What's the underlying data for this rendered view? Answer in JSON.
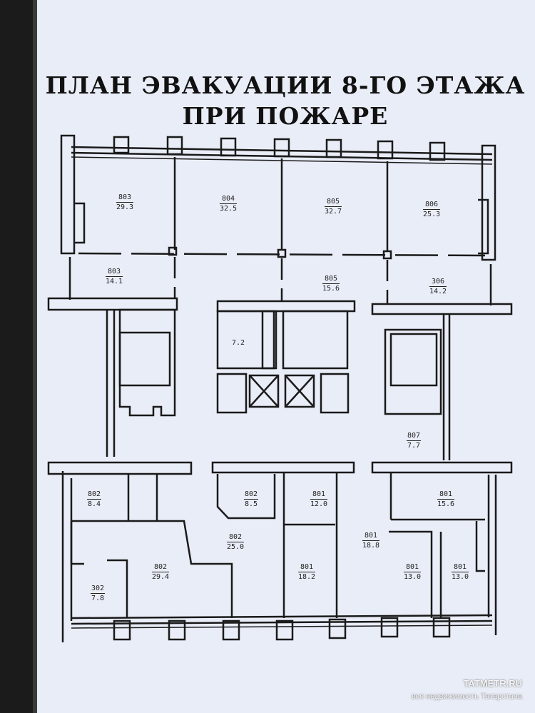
{
  "plan": {
    "title_line1": "ПЛАН  ЭВАКУАЦИИ 8-ГО  ЭТАЖА",
    "title_line2": "ПРИ ПОЖАРЕ"
  },
  "rooms": [
    {
      "num": "803",
      "area": "29.3"
    },
    {
      "num": "804",
      "area": "32.5"
    },
    {
      "num": "805",
      "area": "32.7"
    },
    {
      "num": "806",
      "area": "25.3"
    },
    {
      "num": "803",
      "area": "14.1"
    },
    {
      "num": "805",
      "area": "15.6"
    },
    {
      "num": "306",
      "area": "14.2"
    },
    {
      "num": "",
      "area": "7.2"
    },
    {
      "num": "807",
      "area": "7.7"
    },
    {
      "num": "802",
      "area": "8.4"
    },
    {
      "num": "802",
      "area": "8.5"
    },
    {
      "num": "801",
      "area": "12.0"
    },
    {
      "num": "801",
      "area": "15.6"
    },
    {
      "num": "802",
      "area": "25.0"
    },
    {
      "num": "801",
      "area": "18.8"
    },
    {
      "num": "802",
      "area": "29.4"
    },
    {
      "num": "801",
      "area": "18.2"
    },
    {
      "num": "801",
      "area": "13.0"
    },
    {
      "num": "801",
      "area": "13.0"
    },
    {
      "num": "302",
      "area": "7.8"
    }
  ],
  "watermark": {
    "brand": "TATMETR.RU",
    "tagline": "вся недвижимость Татарстана"
  },
  "colors": {
    "paper": "#e9edf7",
    "binder": "#1b1b1b",
    "ink": "#1a1a1a"
  }
}
